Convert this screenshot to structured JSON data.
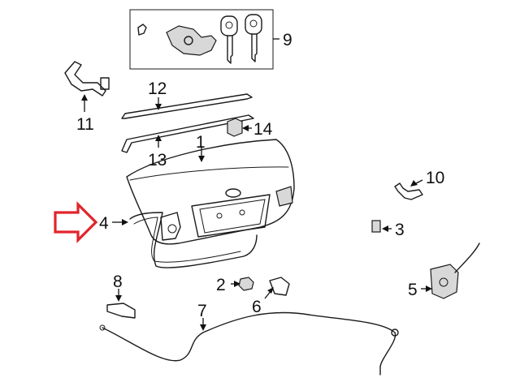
{
  "colors": {
    "line": "#1a1a1a",
    "background": "#ffffff",
    "highlight_arrow": "#e0242b",
    "part_fill": "#d8d8d8"
  },
  "callouts": {
    "c1": "1",
    "c2": "2",
    "c3": "3",
    "c4": "4",
    "c5": "5",
    "c6": "6",
    "c7": "7",
    "c8": "8",
    "c9": "9",
    "c10": "10",
    "c11": "11",
    "c12": "12",
    "c13": "13",
    "c14": "14"
  },
  "icons": {
    "highlight": "red-outline-arrow-icon"
  }
}
